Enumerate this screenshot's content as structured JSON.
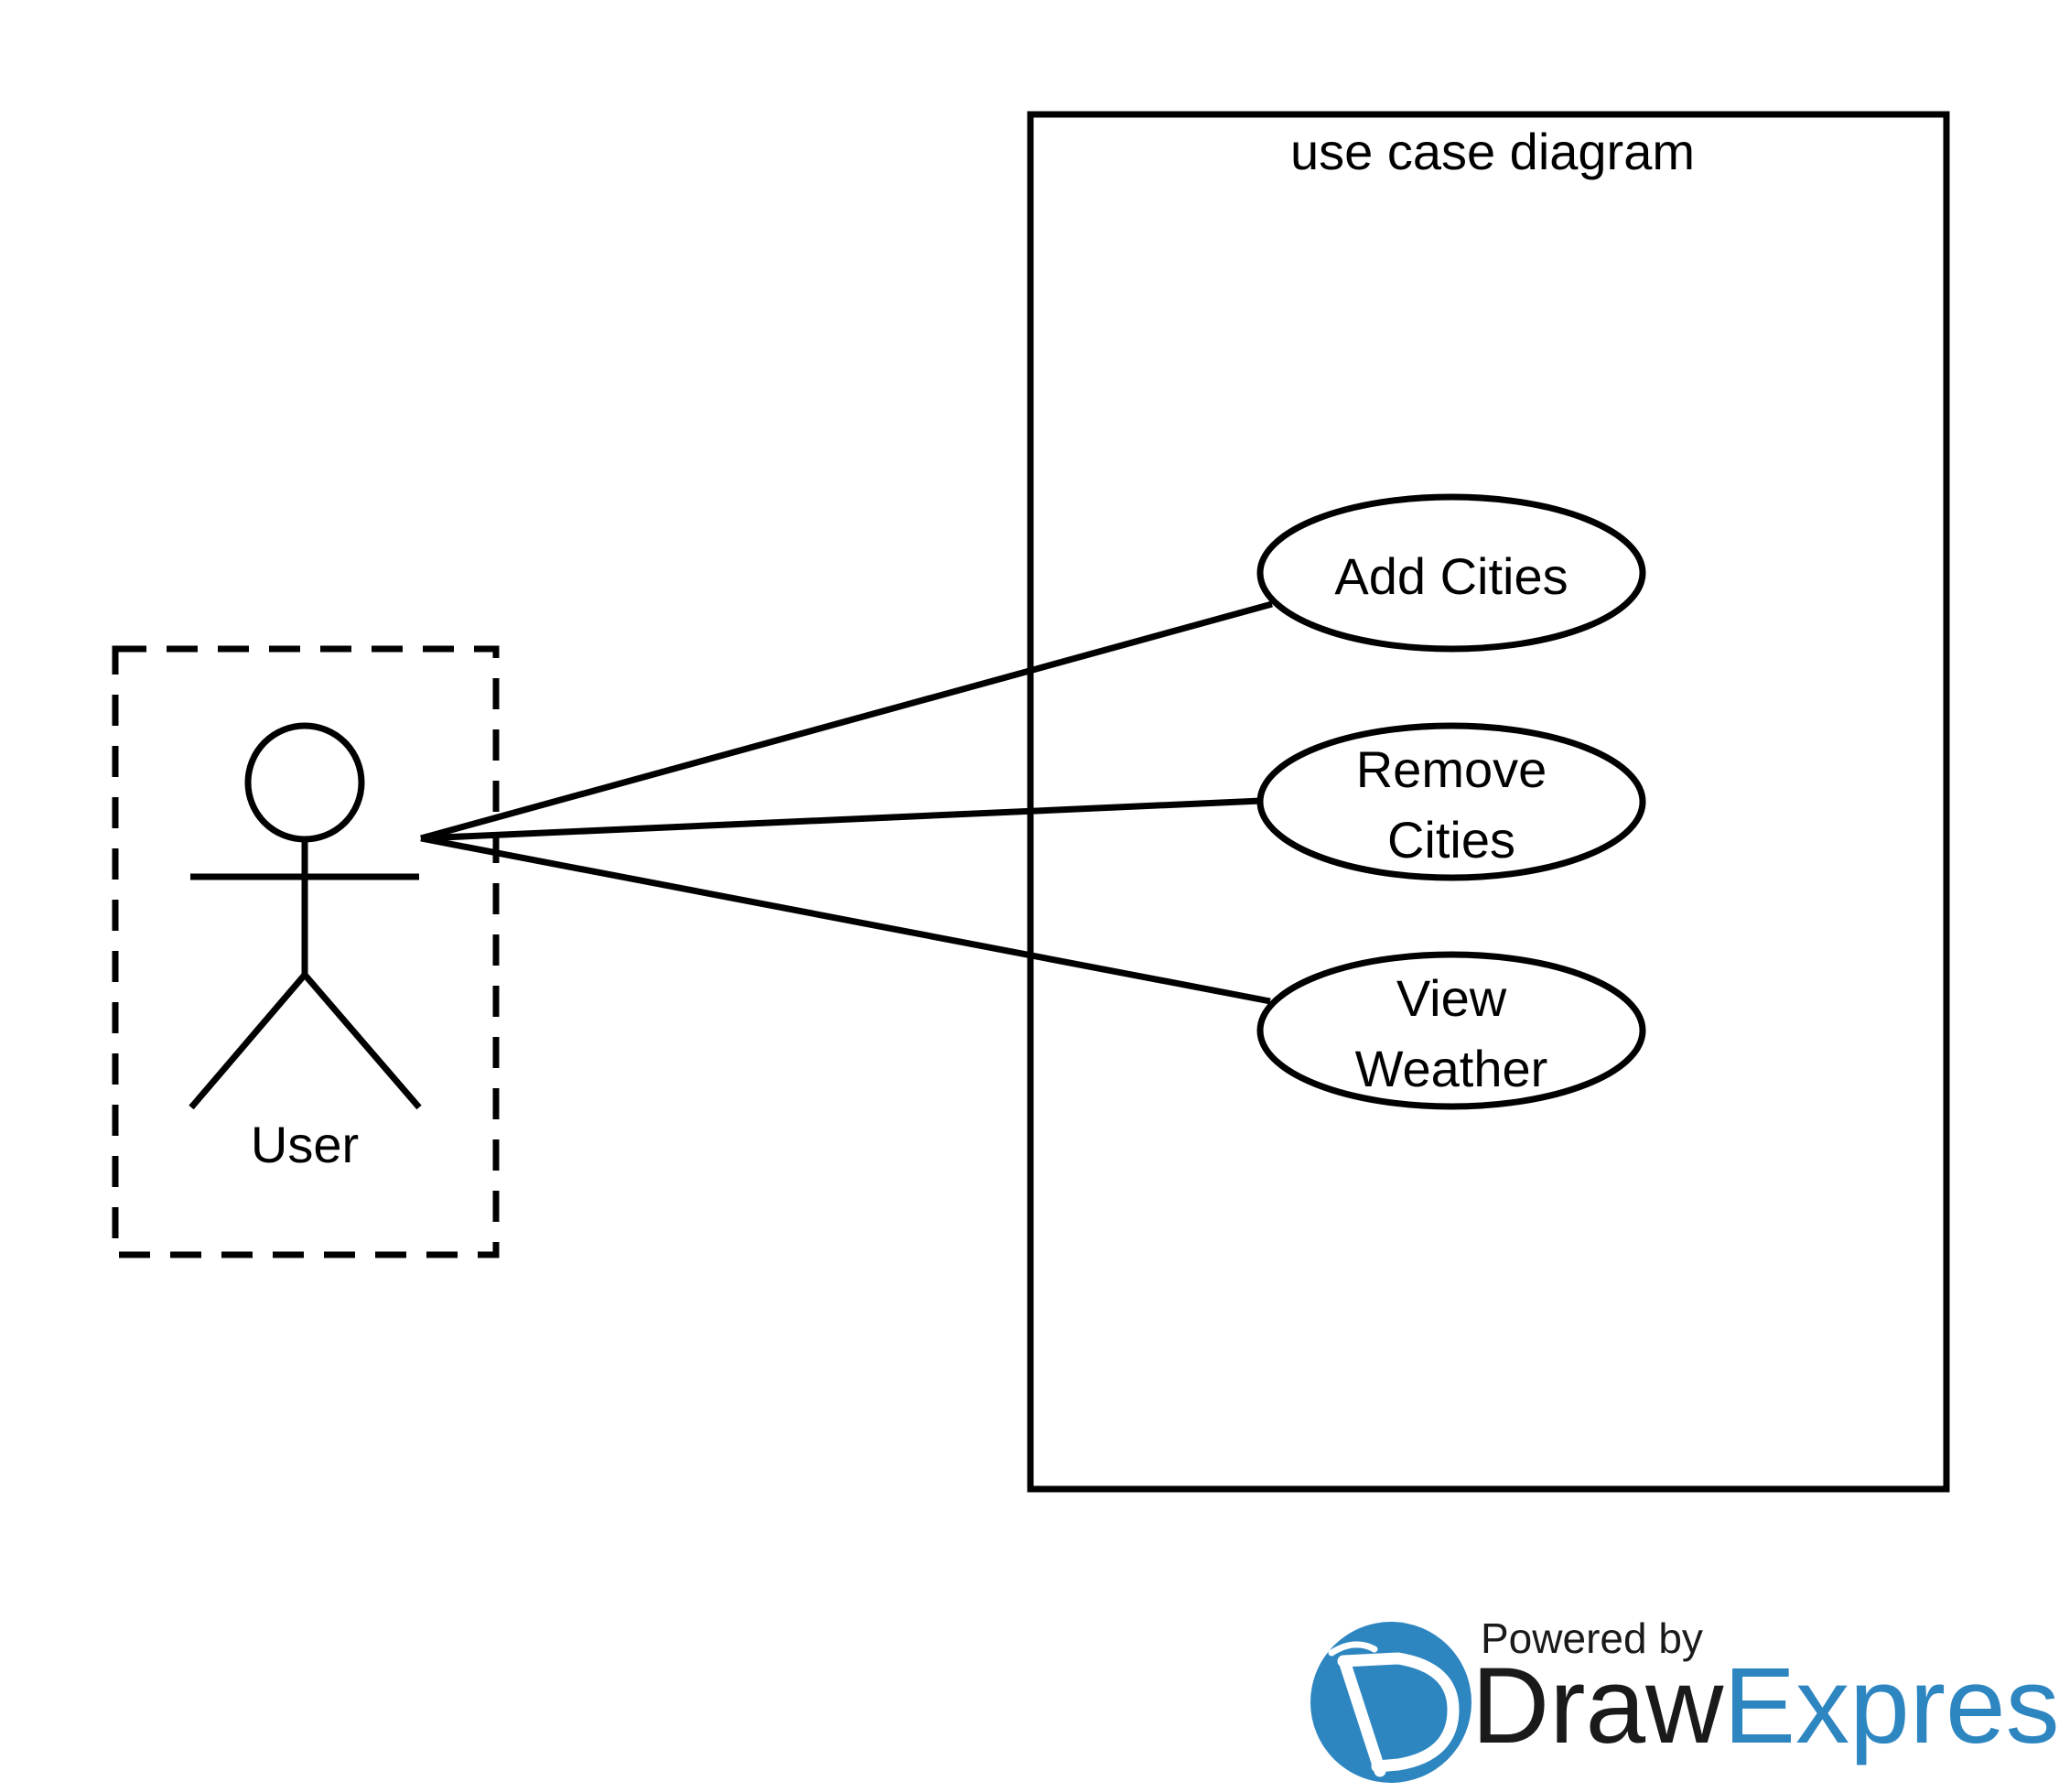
{
  "diagram": {
    "system_title": "use case diagram",
    "actor": {
      "label": "User"
    },
    "use_cases": [
      {
        "lines": [
          "Add Cities"
        ]
      },
      {
        "lines": [
          "Remove",
          "Cities"
        ]
      },
      {
        "lines": [
          "View",
          "Weather"
        ]
      }
    ]
  },
  "watermark": {
    "powered_by": "Powered by",
    "brand_part1": "Draw",
    "brand_part2": "Express",
    "colors": {
      "dark": "#1a1a1a",
      "blue": "#2e86c1"
    }
  }
}
